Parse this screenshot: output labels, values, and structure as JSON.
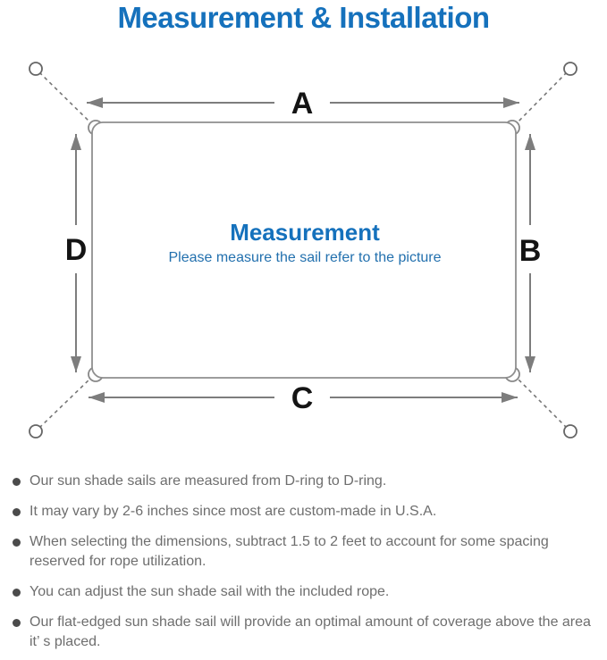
{
  "page": {
    "title": "Measurement & Installation"
  },
  "diagram": {
    "name": "sun-shade-sail-measurement-diagram",
    "labels": {
      "top": "A",
      "right": "B",
      "bottom": "C",
      "left": "D"
    },
    "center_title": "Measurement",
    "center_subtitle": "Please measure the sail refer to the picture"
  },
  "notes": {
    "items": [
      {
        "text": "Our sun shade sails are measured from D-ring to D-ring."
      },
      {
        "text": "It may vary by 2-6 inches since most are custom-made in U.S.A."
      },
      {
        "text": "When selecting the dimensions, subtract 1.5 to 2 feet to account for some spacing reserved for rope utilization."
      },
      {
        "text": "You can adjust the sun shade sail with the included rope."
      },
      {
        "text": "Our flat-edged sun shade sail will provide an optimal amount of coverage above the area it’ s placed."
      }
    ]
  },
  "colors": {
    "accent_blue": "#1571bc",
    "subtitle_blue": "#2270ae",
    "arrow_gray": "#7d7d7d",
    "outline_gray": "#8f8f8f",
    "note_text_gray": "#6e6e6e",
    "letter_black": "#141414"
  }
}
